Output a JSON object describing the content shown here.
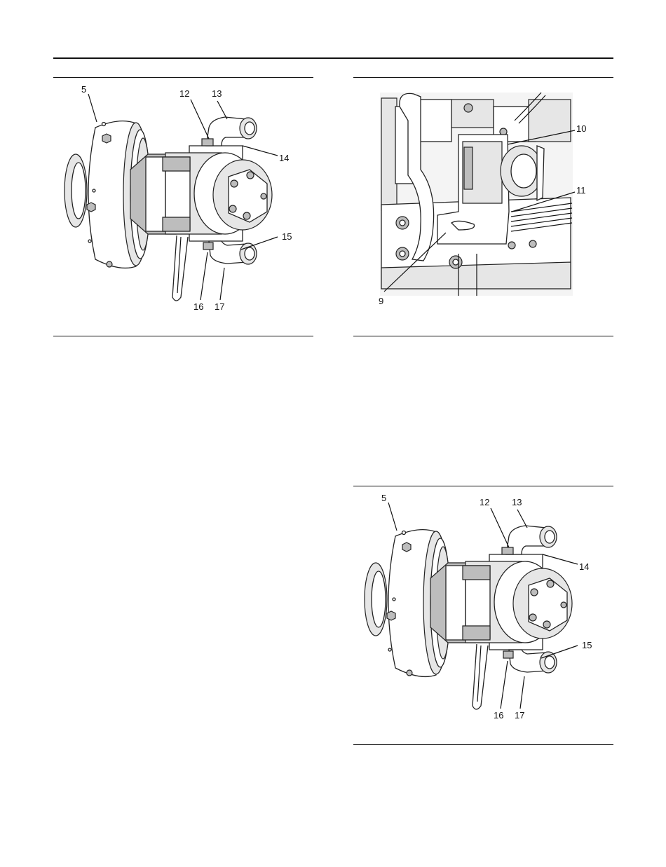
{
  "figures": [
    {
      "callouts": {
        "c5": "5",
        "c12": "12",
        "c13": "13",
        "c14": "14",
        "c15": "15",
        "c16": "16",
        "c17": "17"
      }
    },
    {
      "callouts": {
        "c9": "9",
        "c10": "10",
        "c11": "11"
      }
    },
    {
      "callouts": {
        "c5": "5",
        "c12": "12",
        "c13": "13",
        "c14": "14",
        "c15": "15",
        "c16": "16",
        "c17": "17"
      }
    }
  ]
}
